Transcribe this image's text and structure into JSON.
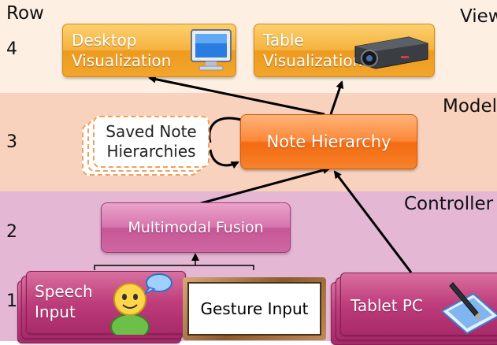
{
  "header": {
    "row_label": "Row"
  },
  "rows": [
    "1",
    "2",
    "3",
    "4"
  ],
  "tiers": {
    "view": "View",
    "model": "Model",
    "controller": "Controller"
  },
  "view": {
    "desktop": {
      "line1": "Desktop",
      "line2": "Visualization",
      "icon": "monitor-icon"
    },
    "table": {
      "line1": "Table",
      "line2": "Visualization",
      "icon": "projector-icon"
    }
  },
  "model": {
    "saved": {
      "line1": "Saved Note",
      "line2": "Hierarchies"
    },
    "note_hierarchy": "Note Hierarchy"
  },
  "controller": {
    "fusion": "Multimodal Fusion",
    "speech": {
      "line1": "Speech",
      "line2": "Input",
      "icon": "speaking-person-icon"
    },
    "gesture": "Gesture Input",
    "tablet": {
      "label": "Tablet PC",
      "icon": "pen-tablet-icon"
    }
  },
  "colors": {
    "view_band": "#fdf0e2",
    "model_band": "#f8d2bd",
    "controller_band": "#e4b7d5",
    "view_box": "#f6b340",
    "note_box": "#f36a11",
    "fusion_box": "#d775ad",
    "input_card": "#be3d7c"
  }
}
